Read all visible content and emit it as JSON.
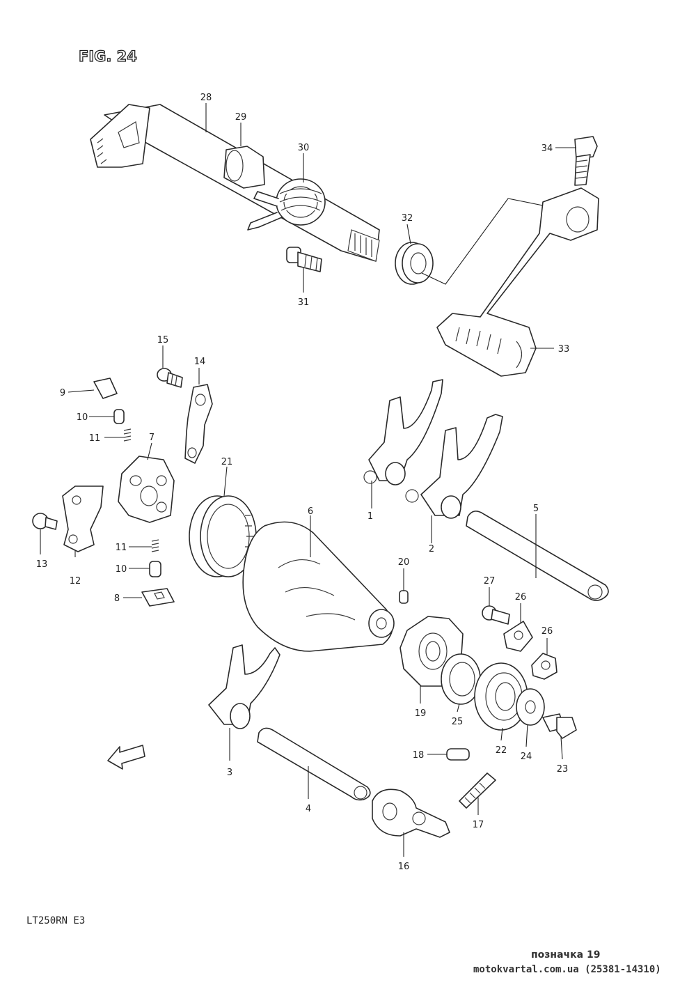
{
  "figure_title": "FIG. 24",
  "model_code": "LT250RN E3",
  "watermark": {
    "line1": "позначка 19",
    "line2": "motokvartal.com.ua (25381-14310)"
  },
  "callouts": [
    "1",
    "2",
    "3",
    "4",
    "5",
    "6",
    "7",
    "8",
    "9",
    "10",
    "10",
    "11",
    "11",
    "12",
    "13",
    "14",
    "15",
    "16",
    "17",
    "18",
    "19",
    "20",
    "21",
    "22",
    "23",
    "24",
    "25",
    "26",
    "26",
    "27",
    "28",
    "29",
    "30",
    "31",
    "32",
    "33",
    "34"
  ]
}
